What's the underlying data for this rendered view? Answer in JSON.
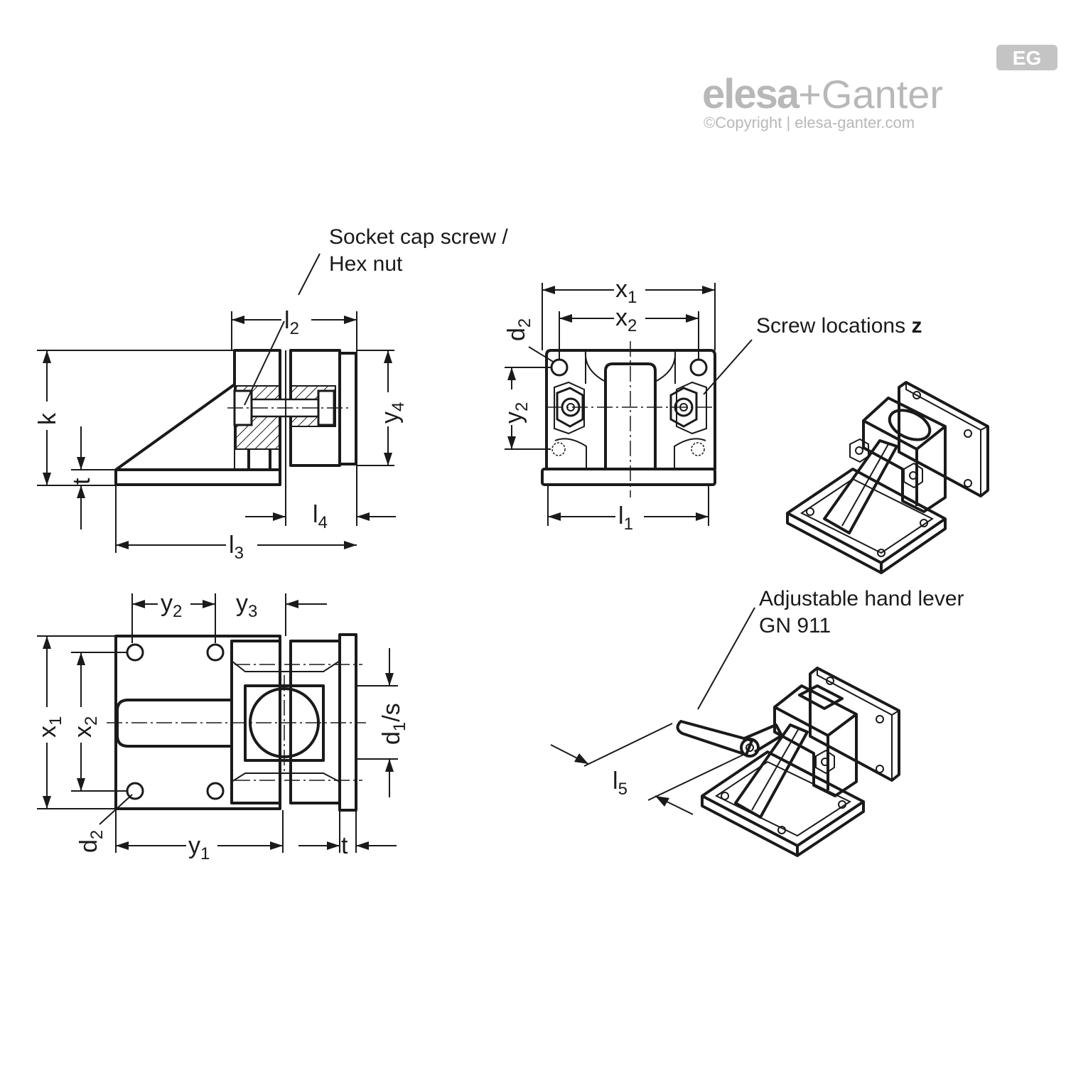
{
  "logo": {
    "badge": "EG",
    "brand_a": "elesa",
    "plus": "+",
    "brand_b": "Ganter",
    "copyright": "©Copyright | elesa-ganter.com"
  },
  "callouts": {
    "socket_line1": "Socket cap screw /",
    "socket_line2": "Hex nut",
    "screw_locations": "Screw locations ",
    "screw_locations_z": "z",
    "lever_line1": "Adjustable hand lever",
    "lever_line2": "GN 911"
  },
  "dimensions": {
    "side_view": {
      "l2": {
        "main": "l",
        "sub": "2"
      },
      "k": {
        "main": "k"
      },
      "t": {
        "main": "t"
      },
      "y4": {
        "main": "y",
        "sub": "4"
      },
      "l4": {
        "main": "l",
        "sub": "4"
      },
      "l3": {
        "main": "l",
        "sub": "3"
      }
    },
    "front_view": {
      "x1": {
        "main": "x",
        "sub": "1"
      },
      "x2": {
        "main": "x",
        "sub": "2"
      },
      "d2": {
        "main": "d",
        "sub": "2"
      },
      "y2": {
        "main": "y",
        "sub": "2"
      },
      "l1": {
        "main": "l",
        "sub": "1"
      }
    },
    "top_view": {
      "y2": {
        "main": "y",
        "sub": "2"
      },
      "y3": {
        "main": "y",
        "sub": "3"
      },
      "x1": {
        "main": "x",
        "sub": "1"
      },
      "x2": {
        "main": "x",
        "sub": "2"
      },
      "d1s": {
        "main": "d",
        "sub": "1",
        "tail": "/s"
      },
      "d2": {
        "main": "d",
        "sub": "2"
      },
      "y1": {
        "main": "y",
        "sub": "1"
      },
      "t": {
        "main": "t"
      }
    },
    "iso_lever": {
      "l5": {
        "main": "l",
        "sub": "5"
      }
    }
  },
  "colors": {
    "line": "#1a1a1a",
    "logo_grey": "#b8b8b8",
    "background": "#ffffff"
  }
}
